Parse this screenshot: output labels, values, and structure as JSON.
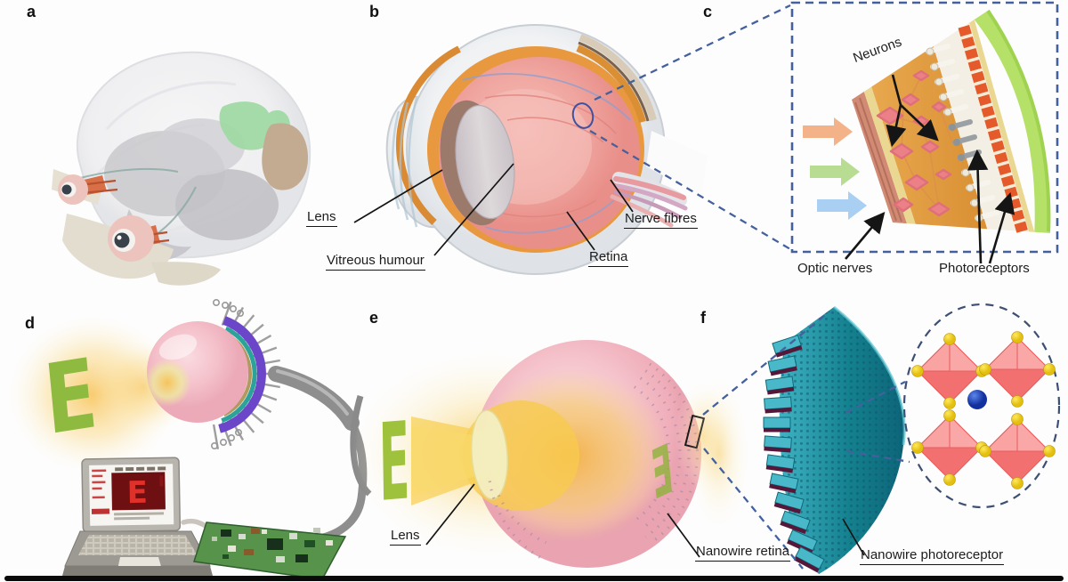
{
  "figure_labels": {
    "a": "a",
    "b": "b",
    "c": "c",
    "d": "d",
    "e": "e",
    "f": "f"
  },
  "panel_b": {
    "lens": "Lens",
    "vitreous_humour": "Vitreous humour",
    "retina": "Retina",
    "nerve_fibres": "Nerve fibres"
  },
  "panel_c": {
    "neurons": "Neurons",
    "optic_nerves": "Optic nerves",
    "photoreceptors": "Photoreceptors"
  },
  "panel_d": {
    "stimulus_letter": "E",
    "screen_letter": "E"
  },
  "panel_e": {
    "stimulus_letter": "E",
    "projected_letter": "E",
    "lens": "Lens",
    "nanowire_retina": "Nanowire retina"
  },
  "panel_f": {
    "nanowire_photoreceptor": "Nanowire photoreceptor"
  },
  "colors": {
    "dashed_connector": "#44619d",
    "leader_line": "#151515",
    "arrow_orange": "#f4b289",
    "arrow_green": "#b8dd92",
    "arrow_blue": "#a9cff3",
    "retina_layer_orange": "#e2993e",
    "neuron_pink": "#ec8087",
    "brick_red": "#e45a2a",
    "outer_band_green": "#b6e169",
    "choroid_orange": "#e8993f",
    "eye_interior_pink": "#f0a19c",
    "stimulus_green": "#8eba3f",
    "glow_yellow": "#f7c763",
    "purple_layer": "#6b46c8",
    "teal_layer": "#2ba39b",
    "nanowire_teal": "#1e8fa6",
    "crystal_red": "#f37070",
    "crystal_yellow": "#f5d21d",
    "crystal_blue": "#1f45d4",
    "screen_letter_red": "#e0302a",
    "screen_box_maroon": "#6e1012",
    "bottom_bar_black": "#0a0a0a"
  }
}
